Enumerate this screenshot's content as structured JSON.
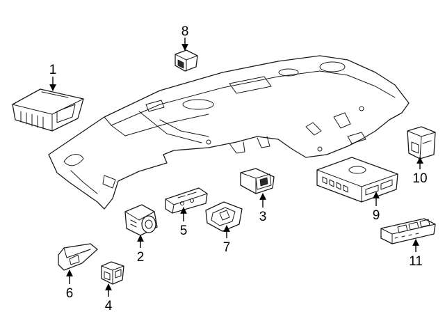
{
  "callouts": [
    {
      "num": "1"
    },
    {
      "num": "2"
    },
    {
      "num": "3"
    },
    {
      "num": "4"
    },
    {
      "num": "5"
    },
    {
      "num": "6"
    },
    {
      "num": "7"
    },
    {
      "num": "8"
    },
    {
      "num": "9"
    },
    {
      "num": "10"
    },
    {
      "num": "11"
    }
  ]
}
